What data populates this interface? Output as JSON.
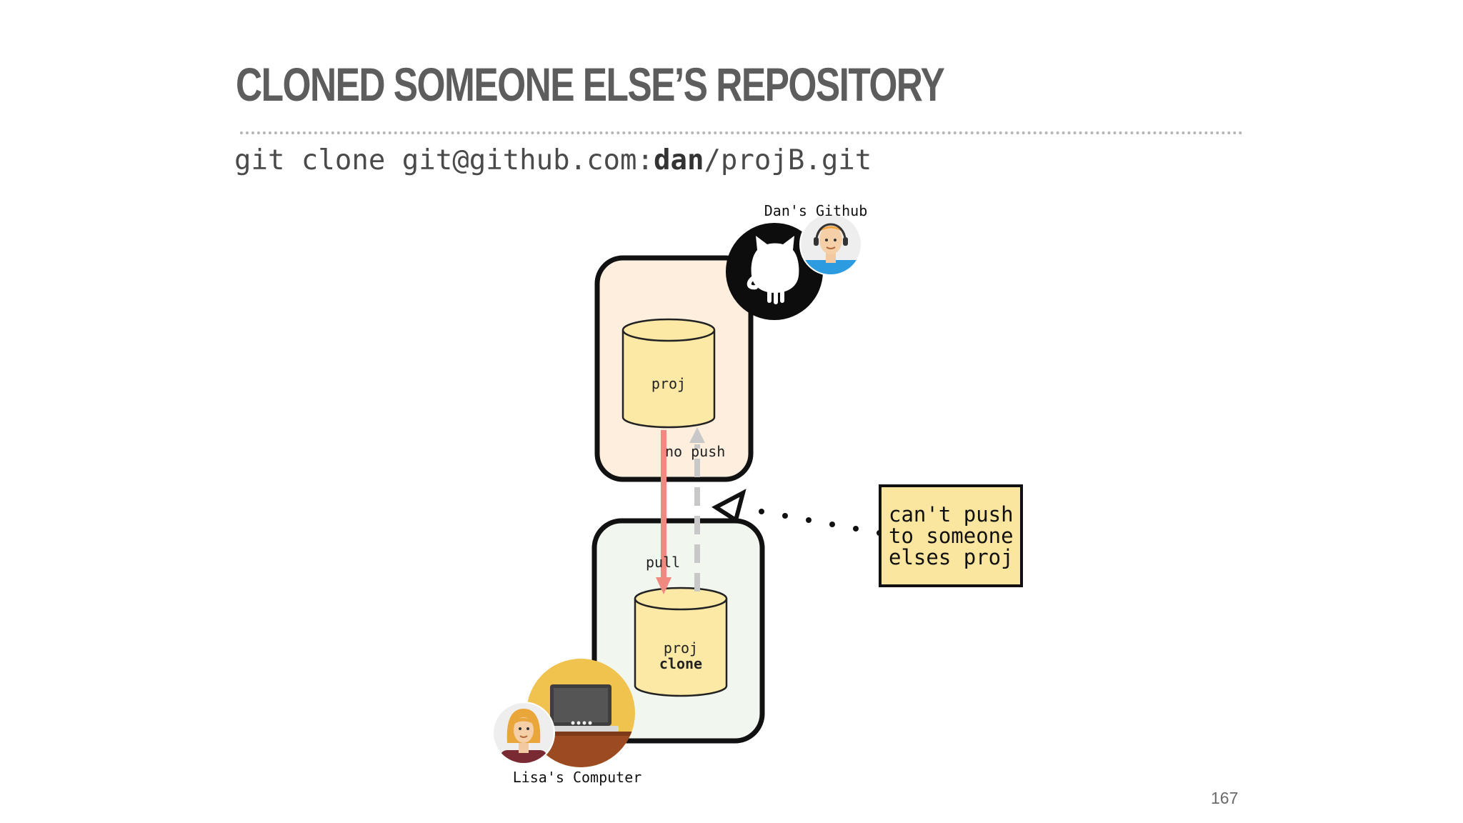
{
  "slide": {
    "title": "CLONED SOMEONE ELSE’S REPOSITORY",
    "command": {
      "prefix": "git clone git@github.com:",
      "user": "dan",
      "suffix": "/projB.git"
    },
    "page_number": "167"
  },
  "diagram": {
    "remote": {
      "label": "Dan's Github",
      "repo_label": "proj",
      "fill": "#fdeedd",
      "icon": "github-octocat-icon"
    },
    "local": {
      "label": "Lisa's Computer",
      "repo_label_1": "proj",
      "repo_label_2": "clone",
      "fill": "#f1f7ef"
    },
    "arrows": {
      "pull_label": "pull",
      "pull_color": "#f08a80",
      "push_label": "no push",
      "push_color": "#c8c8c8"
    },
    "note": {
      "line1": "can't push",
      "line2": "to someone",
      "line3": "elses proj",
      "fill": "#fbe69f"
    },
    "cylinder_fill": "#fde9a6"
  }
}
